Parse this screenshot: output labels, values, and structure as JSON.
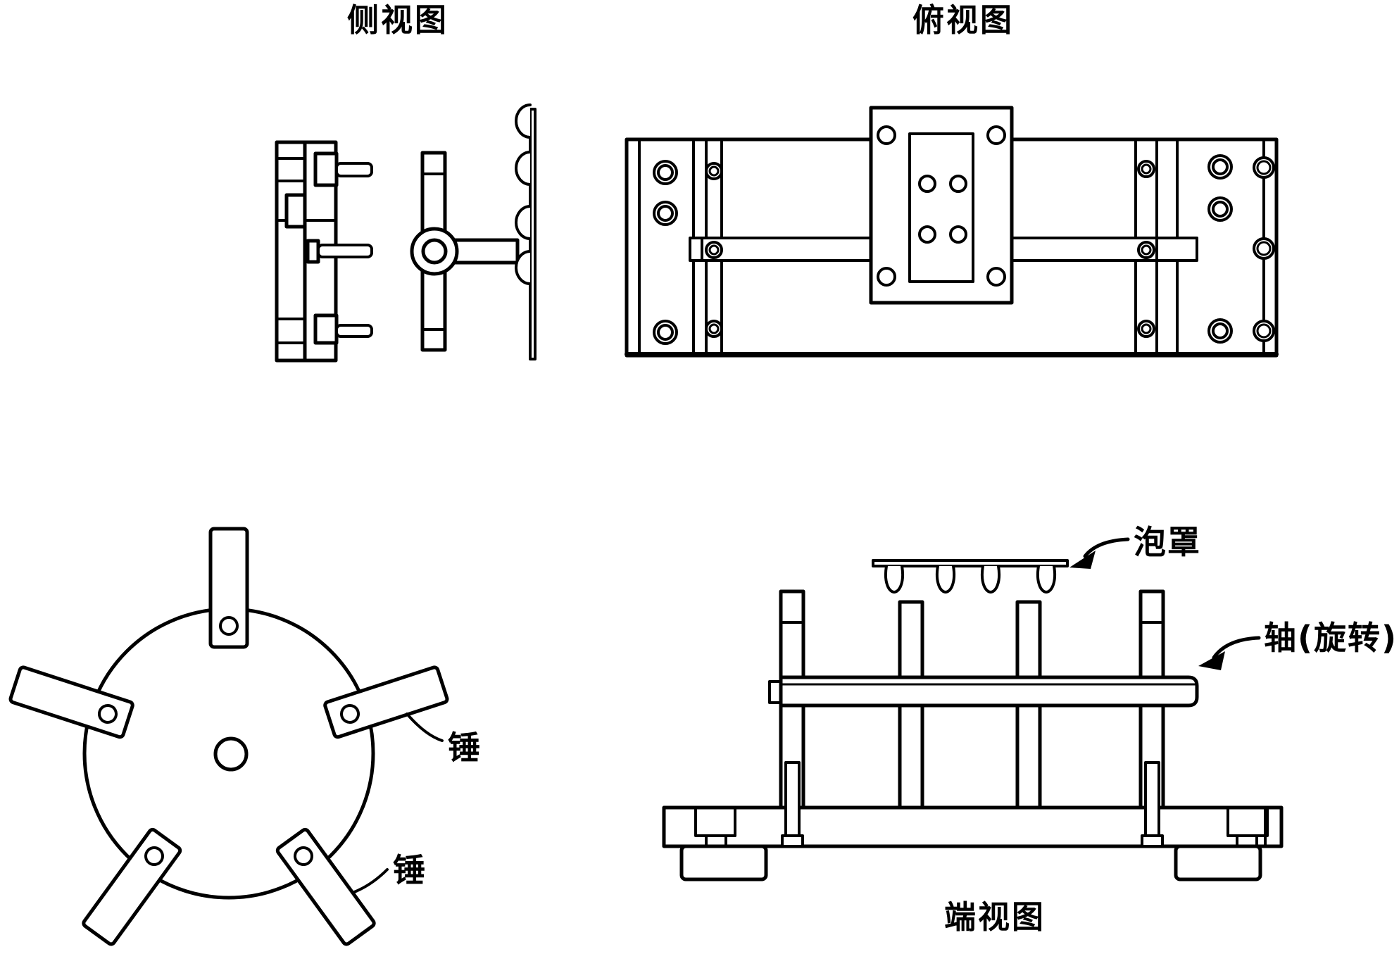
{
  "colors": {
    "ink": "#000000",
    "background": "#ffffff"
  },
  "views": {
    "side_view": {
      "caption": "侧视图"
    },
    "top_view": {
      "caption": "俯视图"
    },
    "end_view": {
      "caption": "端视图",
      "labels": {
        "blister": "泡罩",
        "shaft": "轴(旋转)"
      }
    },
    "rotor_view": {
      "labels": {
        "hammer_upper": "锤",
        "hammer_lower": "锤"
      }
    }
  }
}
